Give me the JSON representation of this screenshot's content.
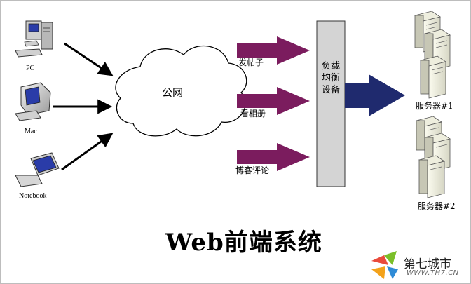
{
  "clients": {
    "pc": "PC",
    "mac": "Mac",
    "notebook": "Notebook"
  },
  "cloud": {
    "label": "公网"
  },
  "requests": [
    "发帖子",
    "看相册",
    "博客评论"
  ],
  "load_balancer": {
    "label": "负载均衡设备"
  },
  "servers": [
    "服务器#1",
    "服务器#2"
  ],
  "title": "Web前端系统",
  "watermark": {
    "name": "第七城市",
    "url": "WWW.TH7.CN"
  },
  "colors": {
    "request_arrow": "#7b1c5e",
    "output_arrow": "#1f2a6e",
    "lb_fill": "#d4d4d4"
  }
}
